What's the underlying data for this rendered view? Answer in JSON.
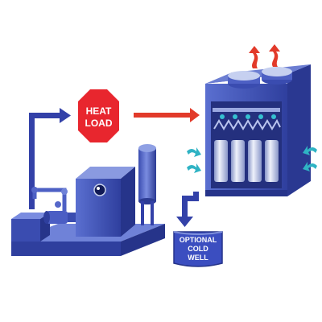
{
  "labels": {
    "heat_load_line1": "HEAT",
    "heat_load_line2": "LOAD",
    "cold_well_line1": "OPTIONAL",
    "cold_well_line2": "COLD",
    "cold_well_line3": "WELL"
  },
  "colors": {
    "equipment_blue": "#3d4fb8",
    "equipment_dark": "#26348a",
    "equipment_light": "#6f82d8",
    "heat_load_red": "#e8262e",
    "warm_arrow_red": "#e23a2a",
    "cool_arrow_teal": "#2fb3c4",
    "fill_silver": "#c9d2ea",
    "well_water": "#3b4ec0"
  }
}
